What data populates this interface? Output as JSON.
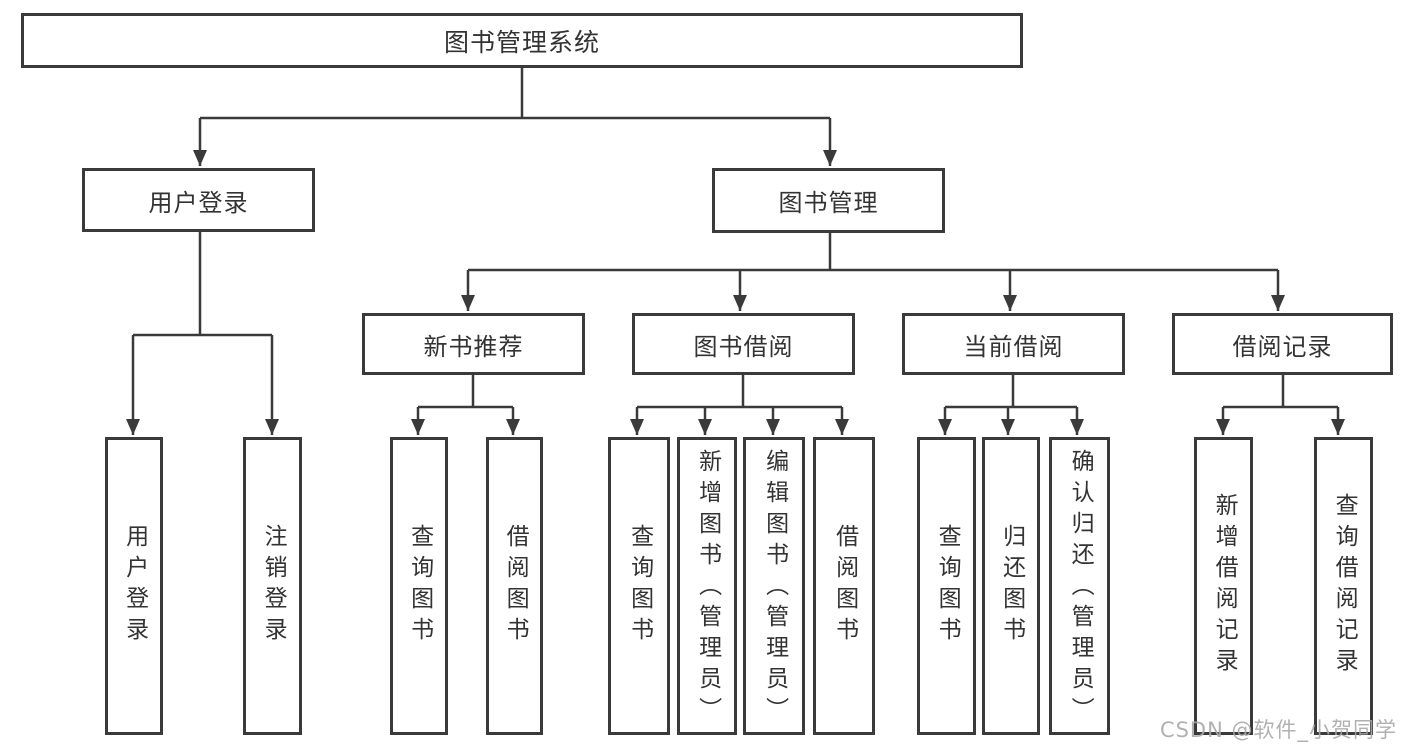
{
  "tree": {
    "root": "图书管理系统",
    "branches": [
      {
        "label": "用户登录",
        "children": [
          "用户登录",
          "注销登录"
        ]
      },
      {
        "label": "图书管理",
        "groups": [
          {
            "label": "新书推荐",
            "children": [
              "查询图书",
              "借阅图书"
            ]
          },
          {
            "label": "图书借阅",
            "children": [
              "查询图书",
              "新增图书（管理员）",
              "编辑图书（管理员）",
              "借阅图书"
            ]
          },
          {
            "label": "当前借阅",
            "children": [
              "查询图书",
              "归还图书",
              "确认归还（管理员）"
            ]
          },
          {
            "label": "借阅记录",
            "children": [
              "新增借阅记录",
              "查询借阅记录"
            ]
          }
        ]
      }
    ]
  },
  "watermark": "CSDN @软件_小贺同学",
  "colors": {
    "line": "#3a3a3a",
    "text": "#333333",
    "watermark": "#a8a8a8",
    "background": "#ffffff"
  }
}
